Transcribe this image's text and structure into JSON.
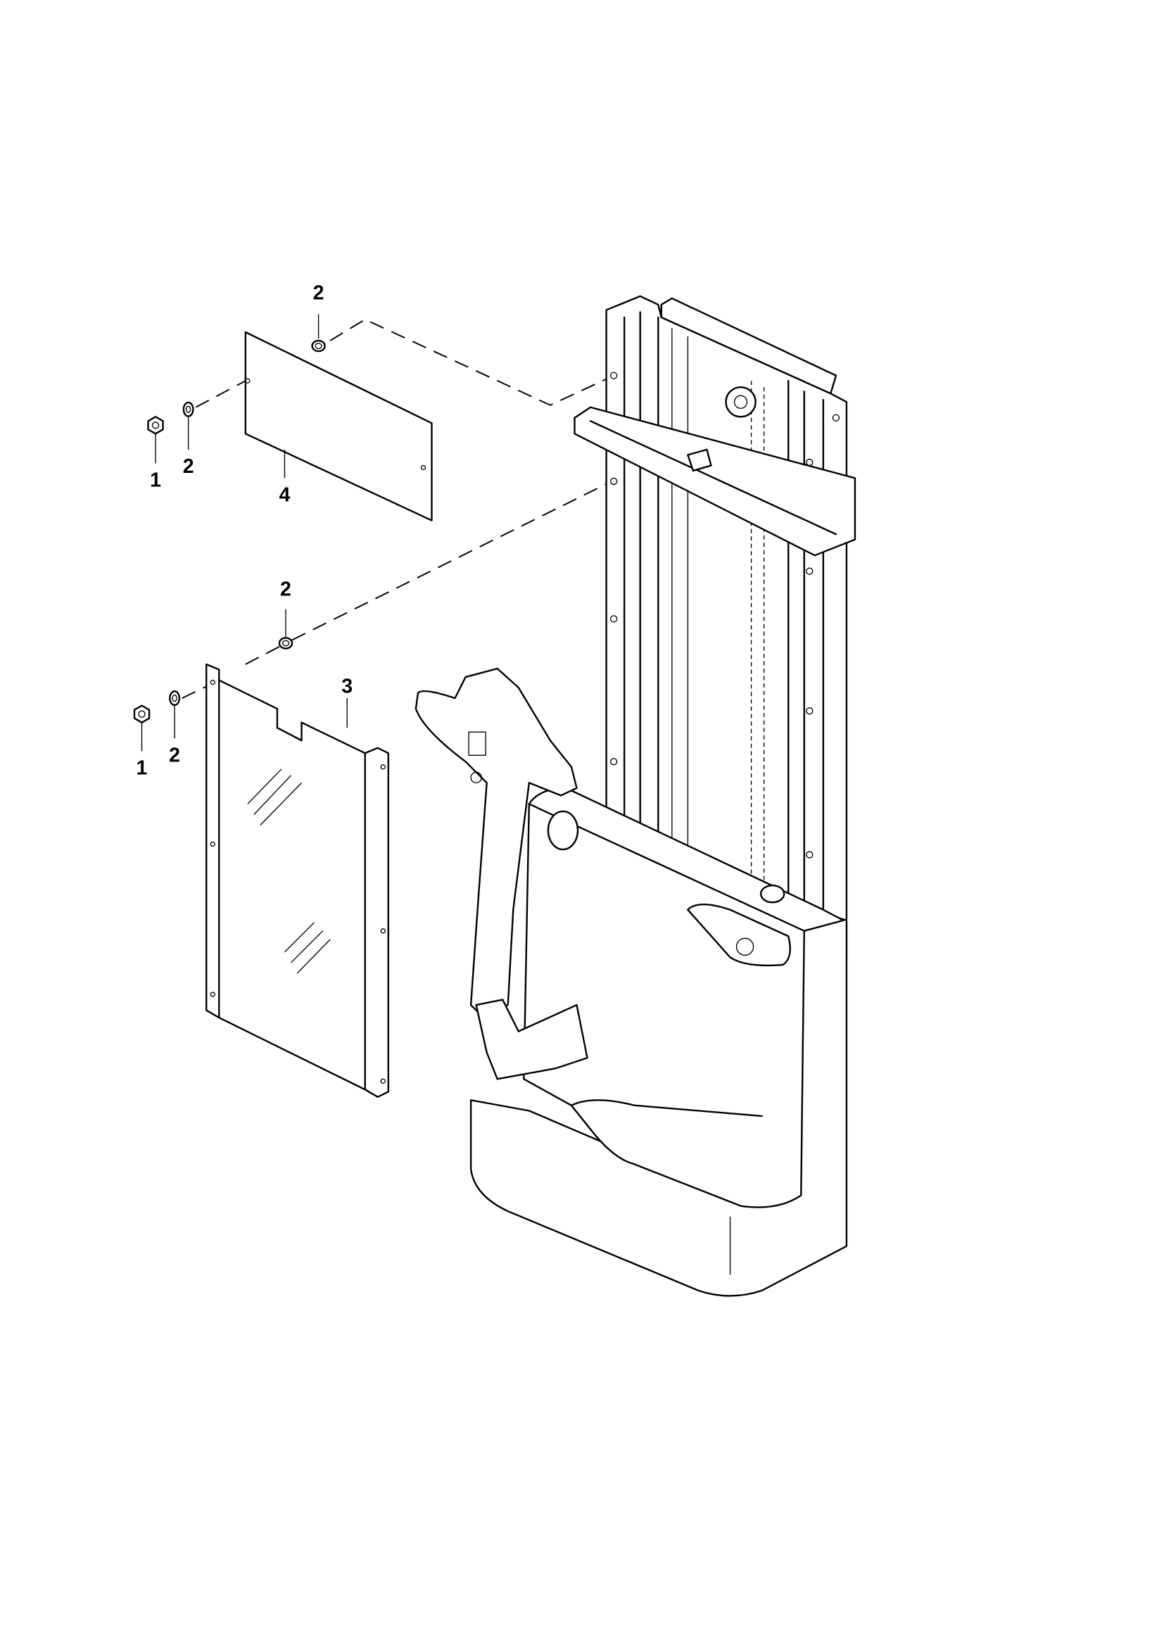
{
  "diagram": {
    "type": "exploded parts view",
    "callouts": [
      {
        "id": "top-washer",
        "label": "2"
      },
      {
        "id": "upper-nut",
        "label": "1"
      },
      {
        "id": "upper-washer",
        "label": "2"
      },
      {
        "id": "upper-panel",
        "label": "4"
      },
      {
        "id": "middle-washer",
        "label": "2"
      },
      {
        "id": "lower-nut",
        "label": "1"
      },
      {
        "id": "lower-washer",
        "label": "2"
      },
      {
        "id": "lower-panel",
        "label": "3"
      }
    ]
  }
}
